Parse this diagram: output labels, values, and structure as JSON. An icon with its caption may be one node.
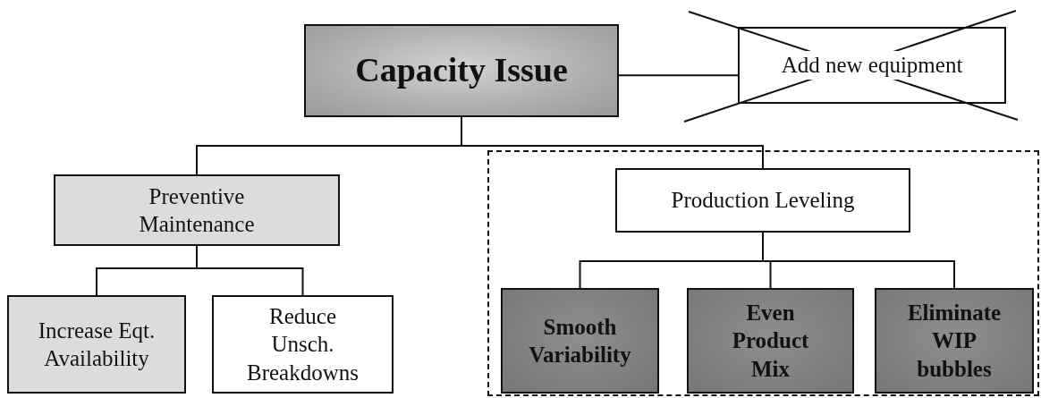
{
  "diagram": {
    "nodes": [
      {
        "text": [
          "Capacity Issue"
        ]
      },
      {
        "text": [
          "Add new equipment"
        ]
      },
      {
        "text": [
          "Preventive Maintenance"
        ]
      },
      {
        "text": [
          "Increase Eqt. Availability"
        ]
      },
      {
        "text": [
          "Reduce Unsch. Breakdowns"
        ]
      },
      {
        "text": [],
        "shape": "box"
      },
      {
        "text": [
          "Production Leveling"
        ],
        "in": 5
      },
      {
        "text": [
          "Smooth Variability"
        ],
        "in": 5
      },
      {
        "text": [
          "Even Product Mix"
        ],
        "in": 5
      },
      {
        "text": [
          "Eliminate WIP bubbles"
        ],
        "in": 5
      }
    ],
    "edges": [
      {
        "from": 0,
        "to": 1,
        "arrow": "none"
      },
      {
        "from": 0,
        "to": 2,
        "arrow": "none"
      },
      {
        "from": 0,
        "to": 6,
        "arrow": "none"
      },
      {
        "from": 2,
        "to": 3,
        "arrow": "none"
      },
      {
        "from": 2,
        "to": 4,
        "arrow": "none"
      },
      {
        "from": 6,
        "to": 7,
        "arrow": "none"
      },
      {
        "from": 6,
        "to": 8,
        "arrow": "none"
      },
      {
        "from": 6,
        "to": 9,
        "arrow": "none"
      }
    ]
  }
}
